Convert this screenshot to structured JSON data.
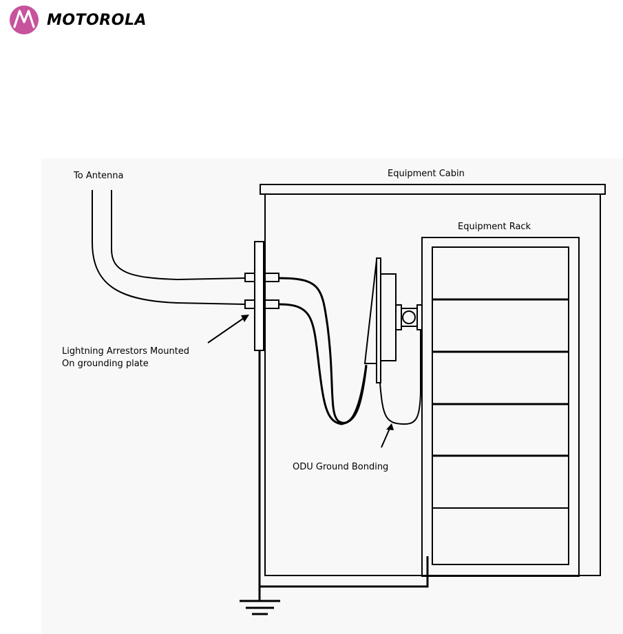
{
  "brand": {
    "logo_text": "MOTOROLA",
    "logo_color": "#C6539C"
  },
  "diagram": {
    "labels": {
      "to_antenna": "To Antenna",
      "equipment_cabin": "Equipment Cabin",
      "equipment_rack": "Equipment Rack",
      "arrestors_line1": "Lightning Arrestors Mounted",
      "arrestors_line2": "On grounding plate",
      "odu_ground_bonding": "ODU Ground Bonding"
    },
    "colors": {
      "line": "#000000",
      "background": "#F8F8F8"
    }
  }
}
